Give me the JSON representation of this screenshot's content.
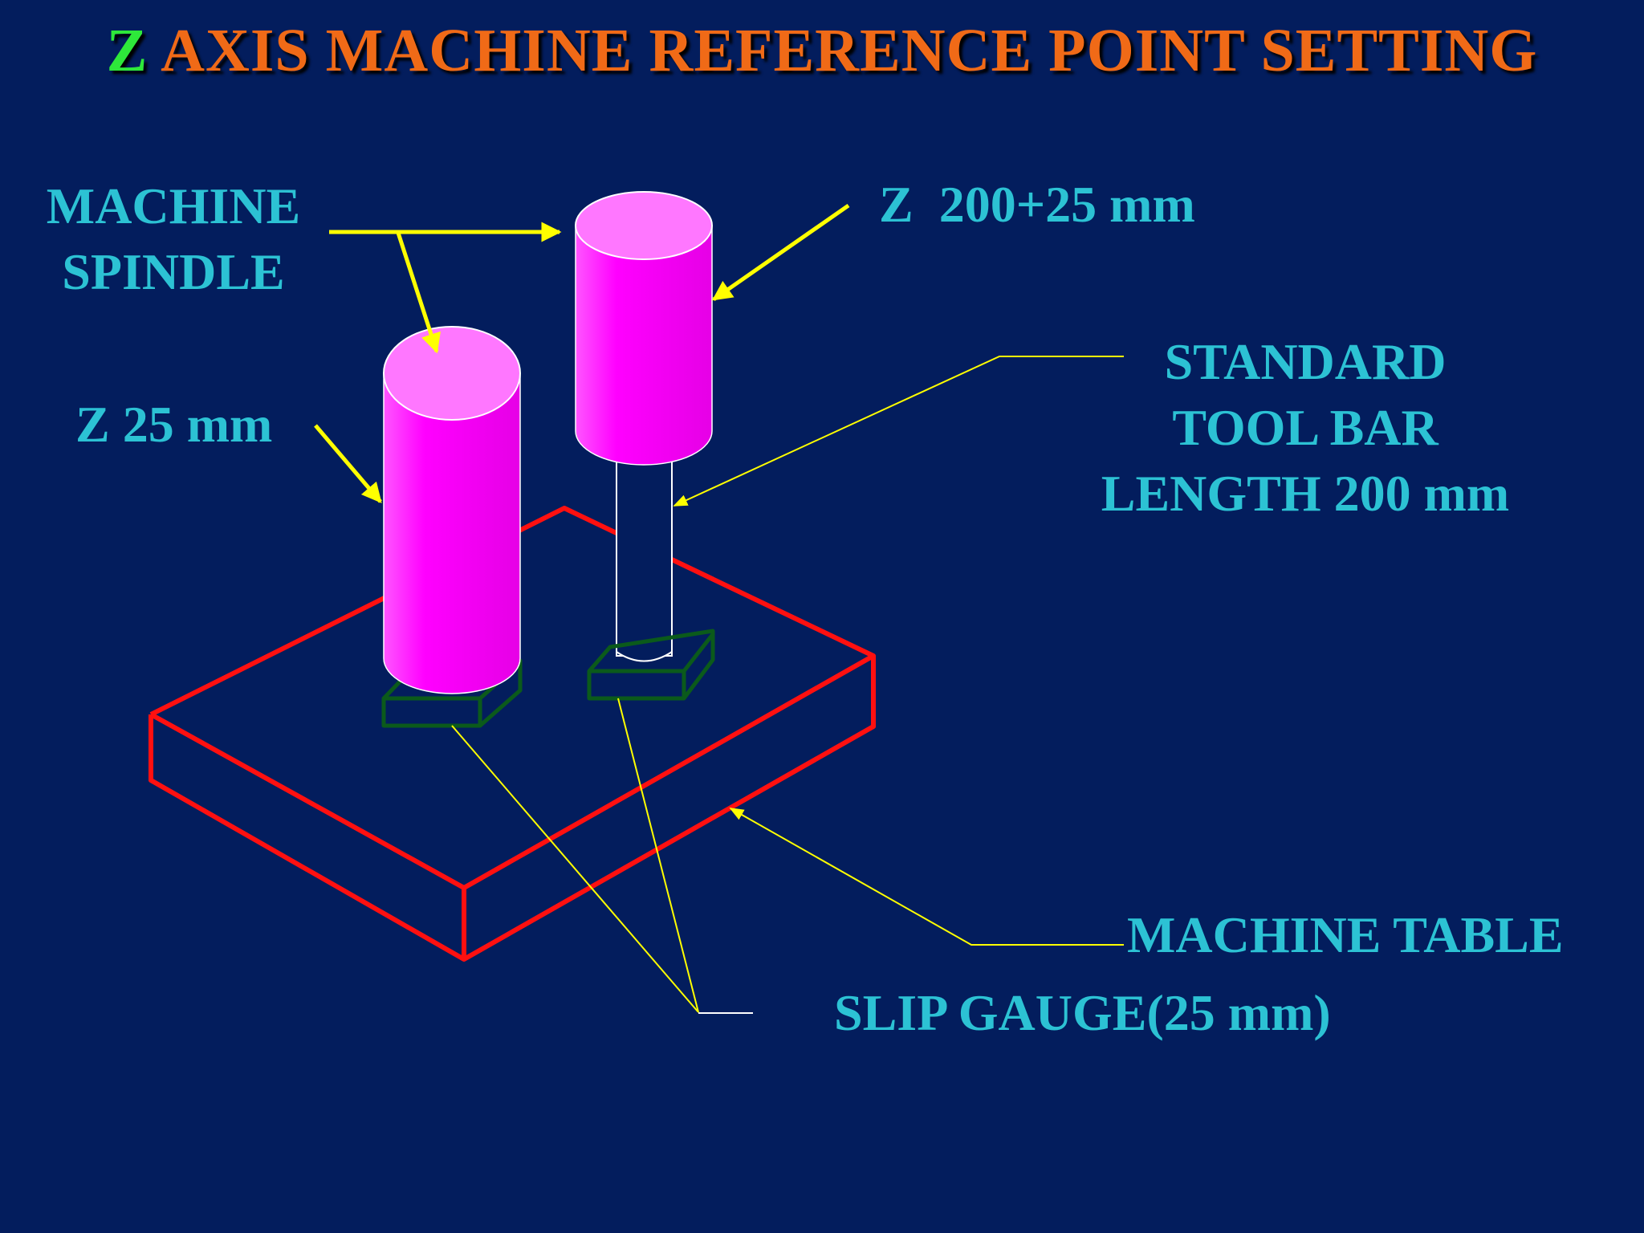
{
  "title": {
    "z": "Z",
    "rest": " AXIS MACHINE REFERENCE POINT SETTING"
  },
  "labels": {
    "machine_spindle": [
      "MACHINE",
      "SPINDLE"
    ],
    "z_200_25": "Z  200+25 mm",
    "z_25": "Z 25 mm",
    "standard_tool_bar": [
      "STANDARD",
      "TOOL BAR",
      "LENGTH 200 mm"
    ],
    "machine_table": "MACHINE TABLE",
    "slip_gauge": "SLIP GAUGE(25 mm)"
  },
  "colors": {
    "background": "#031d5d",
    "label": "#2cc2d4",
    "title_z": "#2ee83a",
    "title_rest": "#f06a17",
    "spindle": "#ff00ff",
    "spindle_top": "#ff77ff",
    "table_outline": "#ff1010",
    "slip_gauge": "#0b5a1b",
    "arrow": "#ffff00"
  }
}
